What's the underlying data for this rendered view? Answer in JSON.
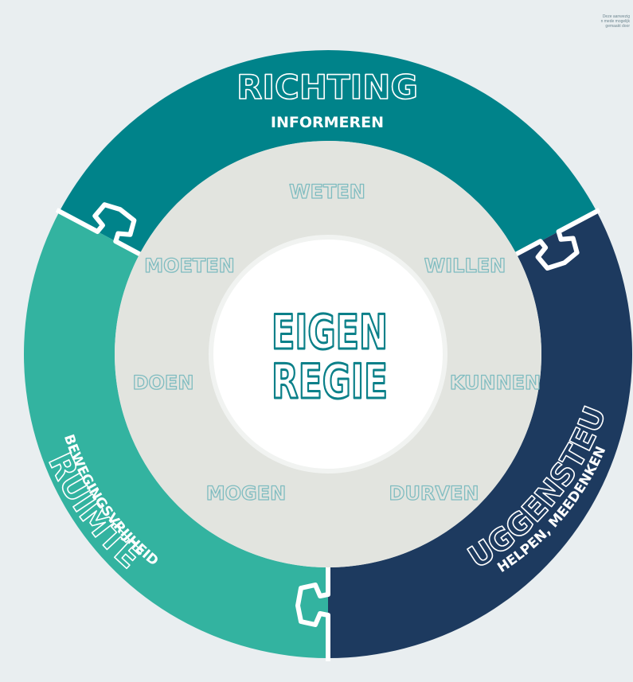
{
  "colors": {
    "background": "#e9eef0",
    "richting": "#00838a",
    "ruimte": "#33b3a0",
    "ruggensteun": "#1d3a5f",
    "inner_ring": "#e2e4df",
    "center": "#ffffff",
    "word_outline": "#7fbcc0",
    "center_outline": "#0b8089"
  },
  "corner_note": [
    "Deze aanwezig",
    "n mede mogelijk",
    "gemaakt door"
  ],
  "center": {
    "line1": "EIGEN",
    "line2": "REGIE"
  },
  "segments": {
    "richting": {
      "title": "RICHTING",
      "subtitle": "INFORMEREN"
    },
    "ruimte": {
      "title": "RUIMTE",
      "subtitle": "BEWEGINGSVRIJHEID"
    },
    "ruggensteun": {
      "title": "RUGGENSTEUN",
      "subtitle": "HELPEN, MEEDENKEN"
    }
  },
  "inner_words": {
    "weten": "WETEN",
    "willen": "WILLEN",
    "kunnen": "KUNNEN",
    "durven": "DURVEN",
    "mogen": "MOGEN",
    "doen": "DOEN",
    "moeten": "MOETEN"
  }
}
